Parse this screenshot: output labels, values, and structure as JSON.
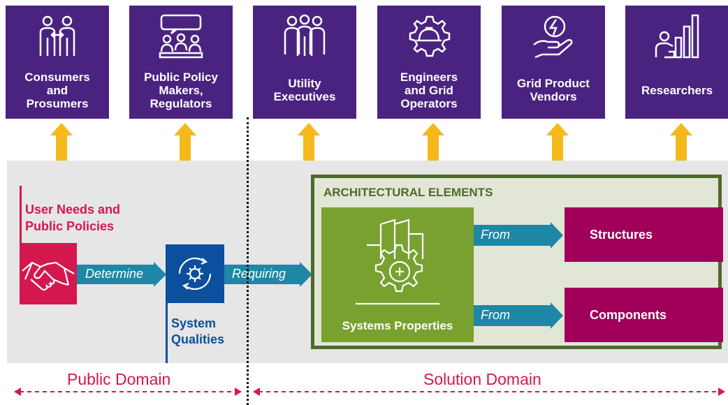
{
  "stakeholders": [
    {
      "label": "Consumers\nand\nProsumers",
      "icon": "consumers-exchange-icon"
    },
    {
      "label": "Public Policy\nMakers,\nRegulators",
      "icon": "meeting-table-icon"
    },
    {
      "label": "Utility\nExecutives",
      "icon": "executives-group-icon"
    },
    {
      "label": "Engineers\nand Grid\nOperators",
      "icon": "hardhat-gear-icon"
    },
    {
      "label": "Grid Product\nVendors",
      "icon": "hand-energy-icon"
    },
    {
      "label": "Researchers",
      "icon": "researcher-chart-icon"
    }
  ],
  "public": {
    "needs_title": "User Needs and\nPublic Policies",
    "determine": "Determine",
    "qualities_title": "System\nQualities",
    "requiring": "Requiring"
  },
  "architecture": {
    "title": "ARCHITECTURAL ELEMENTS",
    "properties": "Systems Properties",
    "from_1": "From",
    "from_2": "From",
    "structures": "Structures",
    "components": "Components"
  },
  "domains": {
    "public": "Public Domain",
    "solution": "Solution Domain"
  },
  "colors": {
    "stakeholder_purple": "#4a2380",
    "arrow_yellow": "#f5b91c",
    "needs_red": "#d4184d",
    "qualities_blue": "#0b4f9e",
    "flow_teal": "#1e87a6",
    "arch_green": "#4e6a2a",
    "properties_green": "#78a12f",
    "element_magenta": "#a0005a"
  }
}
